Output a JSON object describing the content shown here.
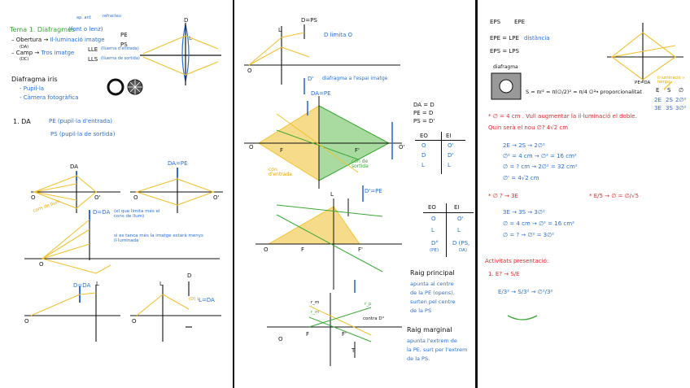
{
  "colors": {
    "ink": "#111111",
    "blue": "#2a6fd6",
    "green": "#3aa835",
    "yellow": "#f2c230",
    "red": "#e02a2a",
    "fill_yellow": "#f6dc8a",
    "fill_green": "#a9dba0"
  },
  "left": {
    "title": "Tema 1. Diafragmes",
    "title_note": "(font o lenz)",
    "tiny_ap": "ap. anf.",
    "tiny_ref": "refracteu",
    "rows": [
      {
        "term": "Obertura",
        "arrow": "→",
        "desc": "Il·luminació imatge",
        "sub": "(DA)"
      },
      {
        "term": "Camp",
        "arrow": "→",
        "desc": "Tros imatge",
        "sub": "(DC)"
      }
    ],
    "pe": "PE",
    "ps": "PS",
    "lle": "LLE",
    "lls": "LLS",
    "lle_note": "(lluerna d'entrada)",
    "lls_note": "(lluerna de sortida)",
    "iris_title": "Diafragma iris",
    "iris_items": [
      "- Pupil·la",
      "- Càmera fotogràfica"
    ],
    "da_line": "1. DA",
    "pe_note": "PE (pupil·la d'entrada)",
    "ps_note": "PS (pupil·la de sortida)",
    "lbl_da": "DA",
    "lbl_dape": "DA=PE",
    "lbl_o": "O",
    "lbl_op": "O'",
    "con_llum": "cons de llum",
    "d_eq_da": "D=DA",
    "d_note": "(el que limita més el cons de llum)",
    "tall_note": "si es tanca més la imatge estarà menys il·luminada",
    "lbl_d": "D",
    "lbl_l": "L",
    "lbl_lda": "L=DA",
    "lbl_dla": "(D) L"
  },
  "middle": {
    "top_lbl_d": "D=PS",
    "top_lbl_l": "L",
    "top_lbl_o": "O",
    "d_limita": "D limita O",
    "d_p": "D'",
    "diafragma_note": "diafragma a l'espai imatge",
    "lbl_dape": "DA=PE",
    "table1_eq": [
      "DA = D",
      "PE = D",
      "PS = D'"
    ],
    "table1_head": [
      "EO",
      "EI"
    ],
    "table1_rows": [
      [
        "O",
        "O'"
      ],
      [
        "D",
        "D'"
      ],
      [
        "L",
        "L"
      ]
    ],
    "con_entrada": "con d'entrada",
    "con_sortida": "con de sortida",
    "lbl_f": "F",
    "lbl_fp": "F'",
    "lbl_dpe": "D'=PE",
    "table2_head": [
      "EO",
      "EI"
    ],
    "table2_rows": [
      [
        "O",
        "O'"
      ],
      [
        "L",
        "L"
      ],
      [
        "D°",
        "D (PS,"
      ],
      [
        "(PE)",
        "DA)"
      ]
    ],
    "raig_p": "Raig principal",
    "raig_p_desc": [
      "apunta al centre",
      "de la PE (opens),",
      "surten pel centre",
      "de la PS"
    ],
    "raig_m": "Raig marginal",
    "raig_m_desc": [
      "apunta l'extrem de",
      "la PE, surt per l'extrem",
      "de la PS."
    ],
    "lbl_rm": "r_m",
    "lbl_rp": "r_p",
    "contra_d": "contra D°",
    "lbl_t": "T"
  },
  "right": {
    "h_eps": "EPS",
    "h_epe": "EPE",
    "eq1": "EPE = LPE",
    "eq1_note": "distància",
    "eq2": "EPS = LPS",
    "diafragma": "diafragma",
    "formula": "S = πr² = π(∅/2)² = π/4 ∅²",
    "prop": "→ proporcionalitat",
    "pe_da": "PE=DA",
    "illum_note": "il·luminació ∝ temps",
    "es_head": [
      "E",
      "S",
      "∅"
    ],
    "es_rows": [
      [
        "2E",
        "2S",
        "2∅²"
      ],
      [
        "3E",
        "3S",
        "3∅²"
      ]
    ],
    "q1": "* ∅ = 4 cm . Vull augmentar la il·luminació el doble.",
    "q1b": "Quin serà el nou ∅? 4√2 cm",
    "a1": [
      "2E → 2S → 2∅²",
      "∅² = 4 cm → ∅² = 16 cm²",
      "∅ = ? cm → 2∅² = 32 cm²",
      "∅' = 4√2 cm"
    ],
    "q2": "* ∅ ? → 3E",
    "q3": "* E/5 → ∅ = ∅/√5",
    "a2": [
      "3E → 3S → 3∅²",
      "∅ = 4 cm → ∅² = 16 cm²",
      "∅ = ? → ∅² = 3∅²"
    ],
    "activ": "Activitats presentació:",
    "q4": "1. E? → S/E",
    "q4_eq": "E/3² → S/3² → ∅²/3²"
  }
}
